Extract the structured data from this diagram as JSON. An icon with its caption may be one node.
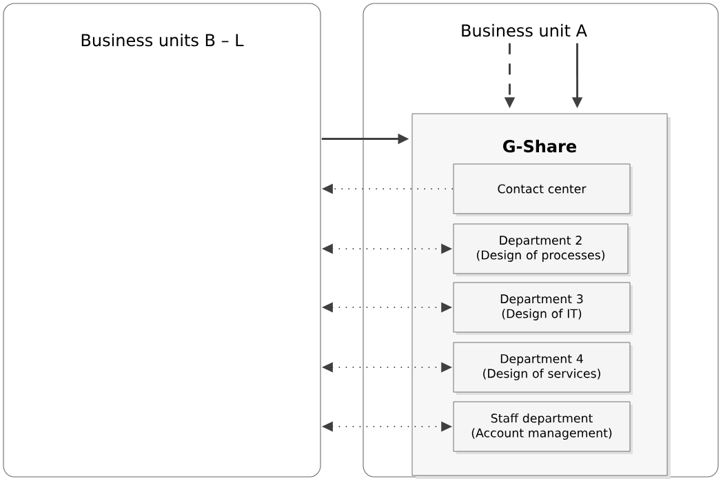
{
  "diagram": {
    "nodes": [
      {
        "text": [
          "Business units B – L"
        ]
      },
      {
        "text": [
          "Business unit A"
        ]
      },
      {
        "text": [
          "G-Share"
        ],
        "in": 1
      },
      {
        "text": [
          "Contact center"
        ],
        "in": 2
      },
      {
        "text": [
          "Department 2 (Design of processes)"
        ],
        "in": 2
      },
      {
        "text": [
          "Department 3 (Design of IT)"
        ],
        "in": 2
      },
      {
        "text": [
          "Department 4 (Design of services)"
        ],
        "in": 2
      },
      {
        "text": [
          "Staff department (Account management)"
        ],
        "in": 2
      }
    ],
    "edges": [
      {
        "from": 1,
        "to": 2,
        "arrow": "to",
        "style": "dashed"
      },
      {
        "from": 1,
        "to": 2,
        "arrow": "to"
      },
      {
        "from": 0,
        "to": 2,
        "arrow": "to"
      },
      {
        "from": 3,
        "to": 0,
        "arrow": "to",
        "style": "dashed"
      },
      {
        "from": 0,
        "to": 4,
        "arrow": "both",
        "style": "dashed"
      },
      {
        "from": 0,
        "to": 5,
        "arrow": "both",
        "style": "dashed"
      },
      {
        "from": 0,
        "to": 6,
        "arrow": "both",
        "style": "dashed"
      },
      {
        "from": 0,
        "to": 7,
        "arrow": "both",
        "style": "dashed"
      }
    ]
  }
}
